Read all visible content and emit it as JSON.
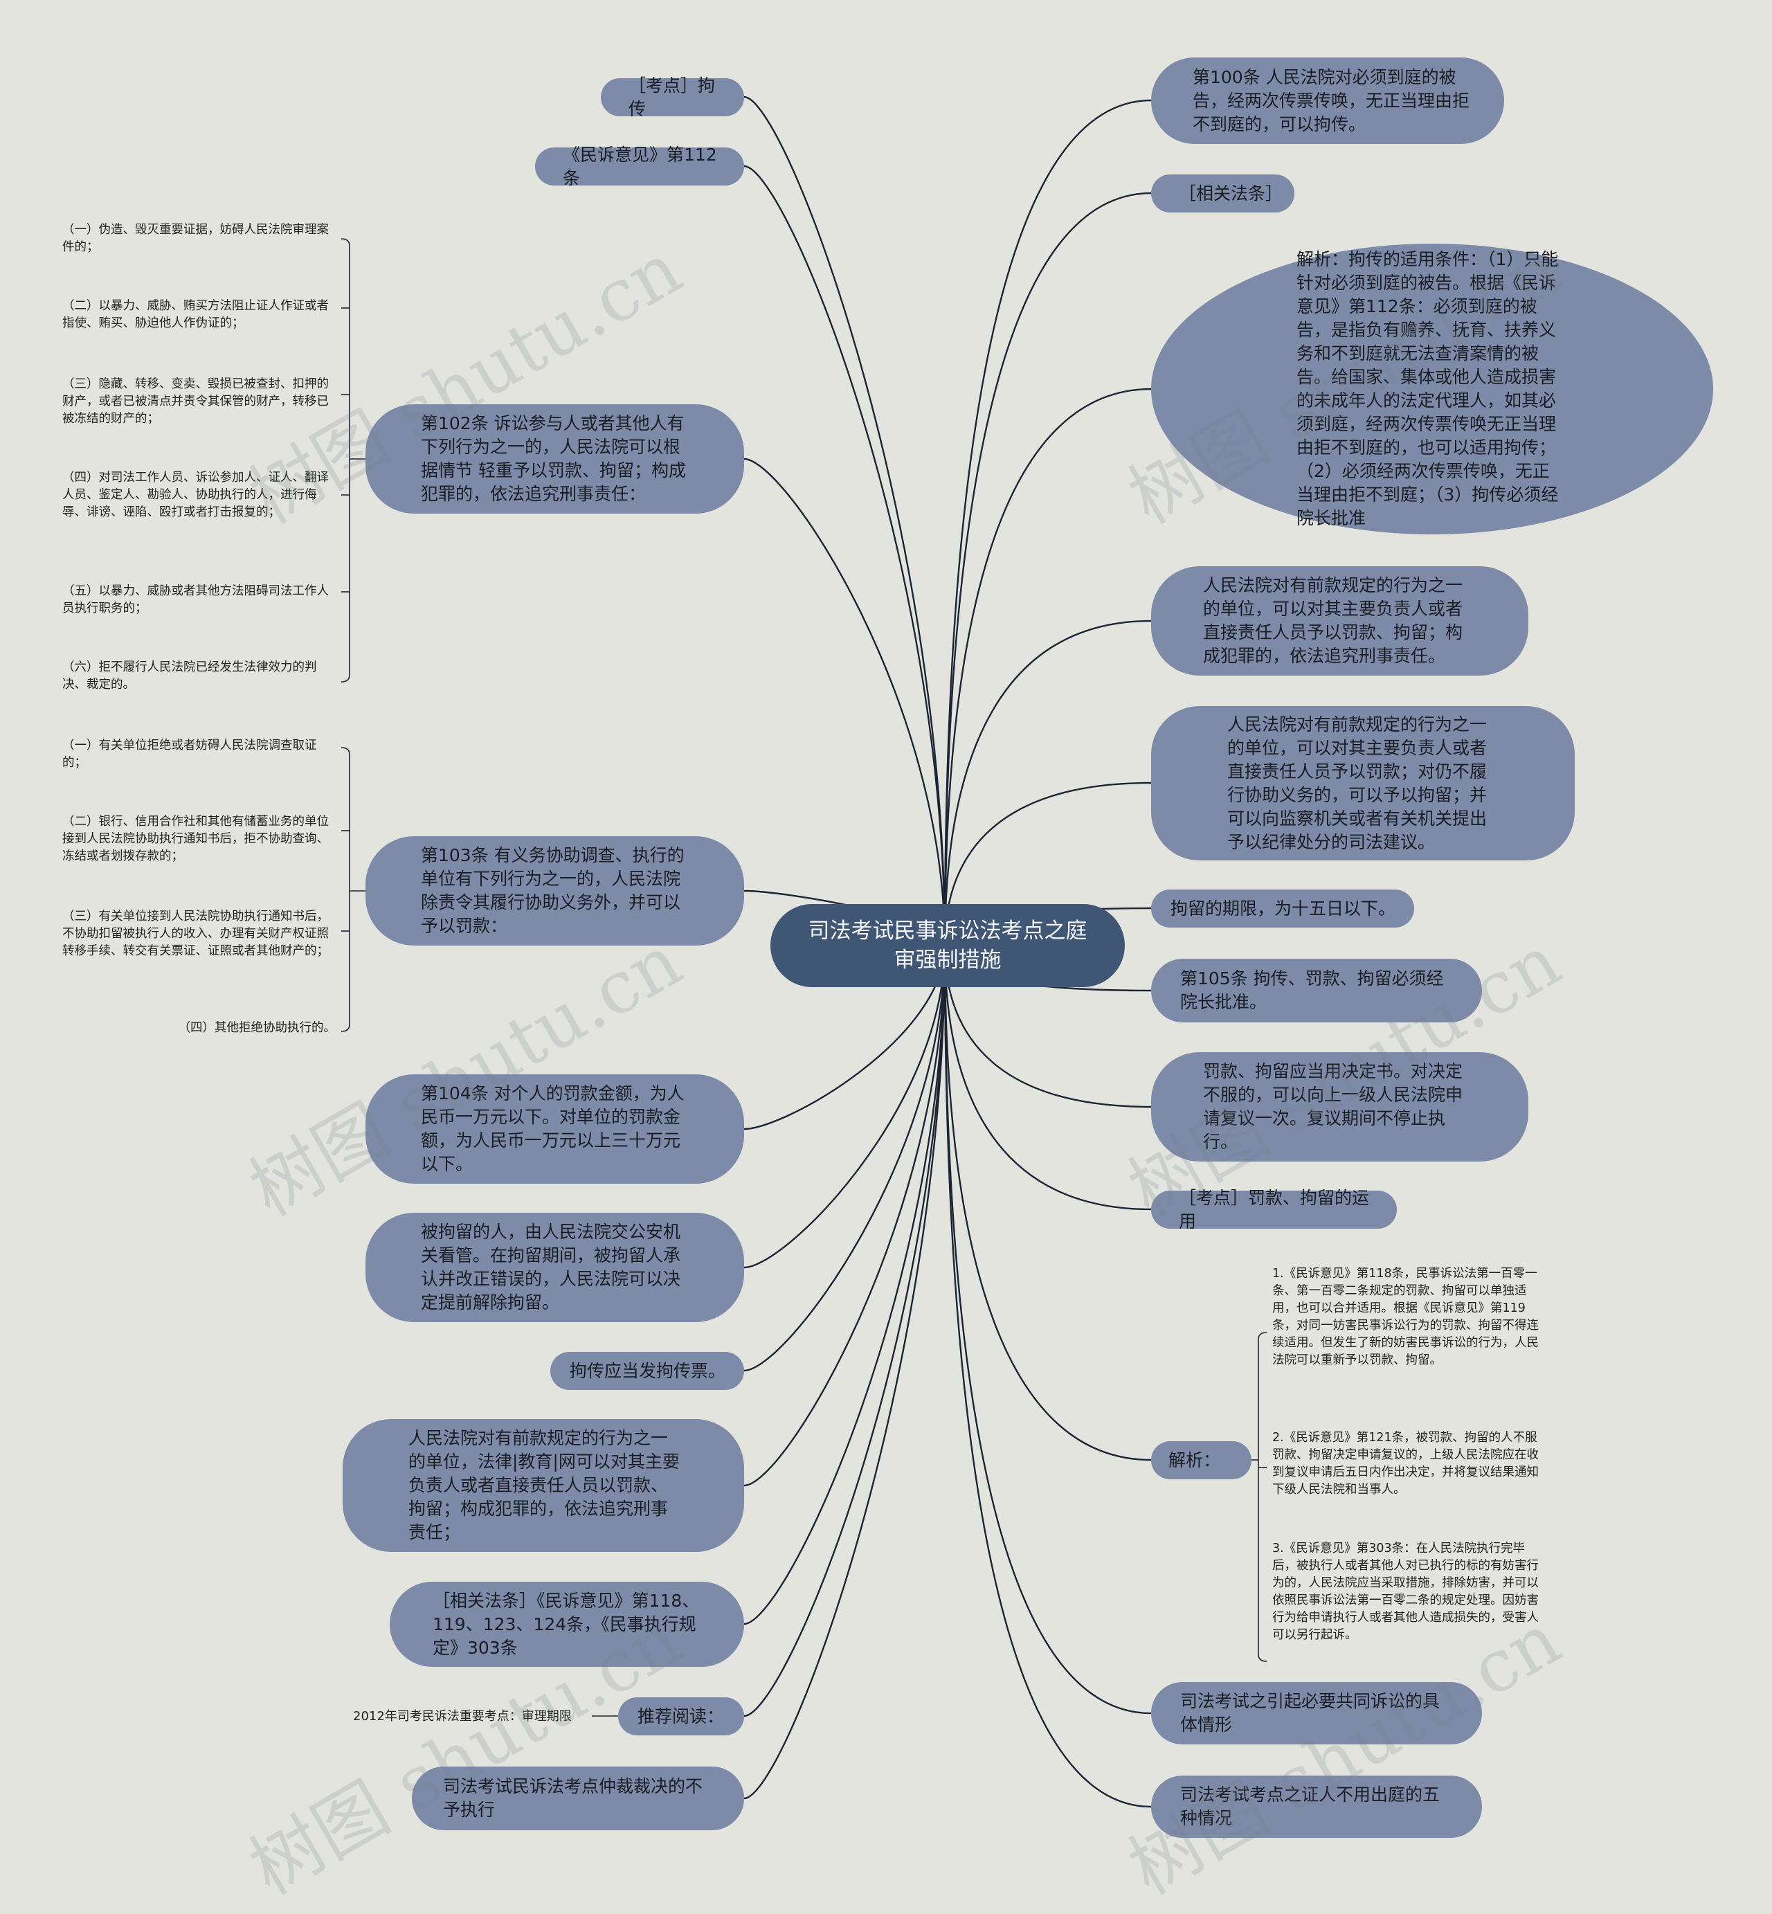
{
  "root": {
    "label": "司法考试民事诉讼法考点之庭审强制措施"
  },
  "right": [
    {
      "text": "第100条 人民法院对必须到庭的被告，经两次传票传唤，无正当理由拒不到庭的，可以拘传。"
    },
    {
      "text": "［相关法条］"
    },
    {
      "text": "解析：拘传的适用条件：（1）只能针对必须到庭的被告。根据《民诉意见》第112条：必须到庭的被告，是指负有赡养、抚育、扶养义务和不到庭就无法查清案情的被告。给国家、集体或他人造成损害的未成年人的法定代理人，如其必须到庭，经两次传票传唤无正当理由拒不到庭的，也可以适用拘传；（2）必须经两次传票传唤，无正当理由拒不到庭；（3）拘传必须经院长批准"
    },
    {
      "text": "人民法院对有前款规定的行为之一的单位，可以对其主要负责人或者直接责任人员予以罚款、拘留；构成犯罪的，依法追究刑事责任。"
    },
    {
      "text": "人民法院对有前款规定的行为之一的单位，可以对其主要负责人或者直接责任人员予以罚款；对仍不履行协助义务的，可以予以拘留；并可以向监察机关或者有关机关提出予以纪律处分的司法建议。"
    },
    {
      "text": "拘留的期限，为十五日以下。"
    },
    {
      "text": "第105条 拘传、罚款、拘留必须经院长批准。"
    },
    {
      "text": "罚款、拘留应当用决定书。对决定不服的，可以向上一级人民法院申请复议一次。复议期间不停止执行。"
    },
    {
      "text": "［考点］罚款、拘留的运用"
    },
    {
      "text": "解析："
    },
    {
      "text": "司法考试之引起必要共同诉讼的具体情形"
    },
    {
      "text": "司法考试考点之证人不用出庭的五种情况"
    }
  ],
  "analysis_items": [
    "1.《民诉意见》第118条，民事诉讼法第一百零一条、第一百零二条规定的罚款、拘留可以单独适用，也可以合并适用。根据《民诉意见》第119条，对同一妨害民事诉讼行为的罚款、拘留不得连续适用。但发生了新的妨害民事诉讼的行为，人民法院可以重新予以罚款、拘留。",
    "2.《民诉意见》第121条，被罚款、拘留的人不服罚款、拘留决定申请复议的，上级人民法院应在收到复议申请后五日内作出决定，并将复议结果通知下级人民法院和当事人。",
    "3.《民诉意见》第303条：在人民法院执行完毕后，被执行人或者其他人对已执行的标的有妨害行为的，人民法院应当采取措施，排除妨害，并可以依照民事诉讼法第一百零二条的规定处理。因妨害行为给申请执行人或者其他人造成损失的，受害人可以另行起诉。"
  ],
  "left": [
    {
      "text": "［考点］拘传"
    },
    {
      "text": "《民诉意见》第112条"
    },
    {
      "text": "第102条 诉讼参与人或者其他人有下列行为之一的，人民法院可以根据情节 轻重予以罚款、拘留；构成犯罪的，依法追究刑事责任："
    },
    {
      "text": "第103条 有义务协助调查、执行的单位有下列行为之一的，人民法院除责令其履行协助义务外，并可以予以罚款："
    },
    {
      "text": "第104条 对个人的罚款金额，为人民币一万元以下。对单位的罚款金额，为人民币一万元以上三十万元以下。"
    },
    {
      "text": "被拘留的人，由人民法院交公安机关看管。在拘留期间，被拘留人承认并改正错误的，人民法院可以决定提前解除拘留。"
    },
    {
      "text": "拘传应当发拘传票。"
    },
    {
      "text": "人民法院对有前款规定的行为之一的单位，法律|教育|网可以对其主要负责人或者直接责任人员以罚款、拘留；构成犯罪的，依法追究刑事责任；"
    },
    {
      "text": "［相关法条］《民诉意见》第118、119、123、124条，《民事执行规定》303条"
    },
    {
      "text": "推荐阅读："
    },
    {
      "text": "司法考试民诉法考点仲裁裁决的不予执行"
    }
  ],
  "art102_items": [
    "（一）伪造、毁灭重要证据，妨碍人民法院审理案件的；",
    "（二）以暴力、威胁、贿买方法阻止证人作证或者指使、贿买、胁迫他人作伪证的；",
    "（三）隐藏、转移、变卖、毁损已被查封、扣押的财产，或者已被清点并责令其保管的财产，转移已被冻结的财产的；",
    "（四）对司法工作人员、诉讼参加人、证人、翻译人员、鉴定人、勘验人、协助执行的人，进行侮辱、诽谤、诬陷、殴打或者打击报复的；",
    "（五）以暴力、威胁或者其他方法阻碍司法工作人员执行职务的；",
    "（六）拒不履行人民法院已经发生法律效力的判决、裁定的。"
  ],
  "art103_items": [
    "（一）有关单位拒绝或者妨碍人民法院调查取证的；",
    "（二）银行、信用合作社和其他有储蓄业务的单位接到人民法院协助执行通知书后，拒不协助查询、冻结或者划拨存款的；",
    "（三）有关单位接到人民法院协助执行通知书后，不协助扣留被执行人的收入、办理有关财产权证照转移手续、转交有关票证、证照或者其他财产的；",
    "（四）其他拒绝协助执行的。"
  ],
  "recommend_item": "2012年司考民诉法重要考点：审理期限",
  "watermark": "树图 shutu.cn",
  "colors": {
    "background": "#e3e4de",
    "node": "#7d8ba8",
    "root": "#3f5675",
    "line": "#1d2433"
  }
}
